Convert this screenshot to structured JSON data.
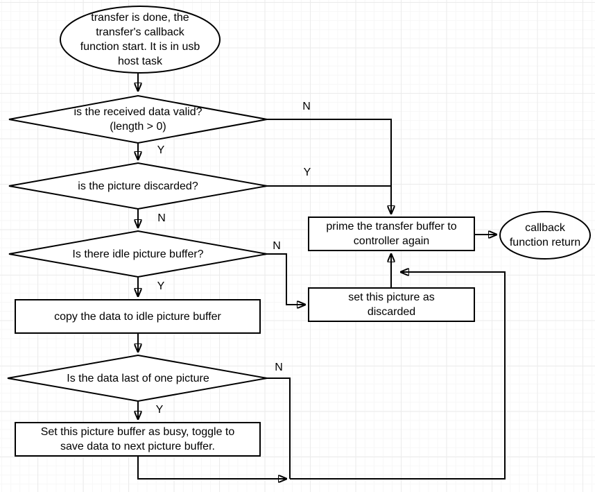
{
  "canvas": {
    "background_color": "#ffffff",
    "grid_minor_color": "#f7f7f7",
    "grid_major_color": "#ebebeb",
    "shape_stroke_color": "#000000",
    "shape_fill_color": "#ffffff",
    "text_color": "#000000"
  },
  "nodes": {
    "start": {
      "type": "terminator-ellipse",
      "text": "transfer is done, the\ntransfer's callback\nfunction start. It is in usb\nhost task"
    },
    "d1": {
      "type": "decision-diamond",
      "text": "is the received data valid?\n(length > 0)"
    },
    "d2": {
      "type": "decision-diamond",
      "text": "is the picture discarded?"
    },
    "d3": {
      "type": "decision-diamond",
      "text": "Is there idle picture buffer?"
    },
    "r1": {
      "type": "process-rect",
      "text": "copy the data to idle picture buffer"
    },
    "d4": {
      "type": "decision-diamond",
      "text": "Is the data last of one picture"
    },
    "r2": {
      "type": "process-rect",
      "text": "Set this picture buffer as busy, toggle to\nsave data to next picture buffer."
    },
    "prime": {
      "type": "process-rect",
      "text": "prime the transfer buffer to\ncontroller again"
    },
    "discard": {
      "type": "process-rect",
      "text": "set this picture as\ndiscarded"
    },
    "end": {
      "type": "terminator-ellipse",
      "text": "callback\nfunction return"
    }
  },
  "edge_labels": {
    "d1_no": "N",
    "d1_yes": "Y",
    "d2_yes": "Y",
    "d2_no": "N",
    "d3_no": "N",
    "d3_yes": "Y",
    "d4_no": "N",
    "d4_yes": "Y"
  }
}
